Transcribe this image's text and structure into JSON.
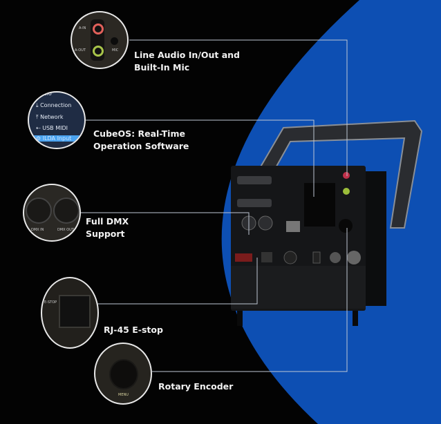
{
  "colors": {
    "background": "#030303",
    "accent_blue": "#0d4fb3",
    "connector_line": "#bfc7d4"
  },
  "callouts": [
    {
      "label_line1": "Line Audio In/Out and",
      "label_line2": "Built-In Mic",
      "thumb_text": {
        "a_in": "A-IN",
        "a_out": "A-OUT",
        "mic": "MIC"
      }
    },
    {
      "label_line1": "CubeOS: Real-Time",
      "label_line2": "Operation Software",
      "thumb_menu": [
        "Audio",
        "Connection",
        "Network",
        "USB MIDI",
        "ILDA Input"
      ]
    },
    {
      "label_line1": "Full DMX",
      "label_line2": "Support",
      "thumb_text": {
        "dmx_in": "DMX IN",
        "dmx_out": "DMX OUT"
      }
    },
    {
      "label_line1": "RJ-45 E-stop",
      "thumb_text": {
        "estop": "E-STOP"
      }
    },
    {
      "label_line1": "Rotary Encoder",
      "thumb_text": {
        "menu": "MENU"
      }
    }
  ],
  "icons": [
    "download-icon",
    "upload-icon",
    "usb-icon",
    "gear-icon"
  ]
}
